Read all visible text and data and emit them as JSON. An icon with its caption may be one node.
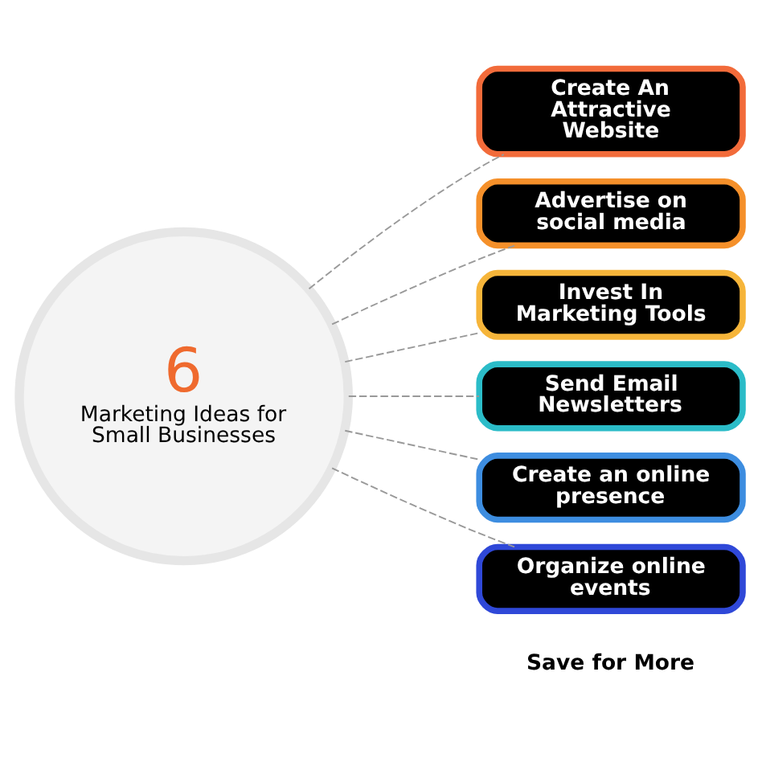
{
  "diagram": {
    "nodes": [
      {
        "text": [
          "6",
          "Marketing Ideas for Small Businesses"
        ]
      },
      {
        "text": [
          "Create An Attractive Website"
        ]
      },
      {
        "text": [
          "Advertise on social media"
        ]
      },
      {
        "text": [
          "Invest In Marketing Tools"
        ]
      },
      {
        "text": [
          "Send Email Newsletters"
        ]
      },
      {
        "text": [
          "Create an online presence"
        ]
      },
      {
        "text": [
          "Organize online events"
        ]
      }
    ],
    "edges": [
      {
        "from": 0,
        "to": 1,
        "arrow": "none",
        "style": "dashed"
      },
      {
        "from": 0,
        "to": 2,
        "arrow": "none",
        "style": "dashed"
      },
      {
        "from": 0,
        "to": 3,
        "arrow": "none",
        "style": "dashed"
      },
      {
        "from": 0,
        "to": 4,
        "arrow": "none",
        "style": "dashed"
      },
      {
        "from": 0,
        "to": 5,
        "arrow": "none",
        "style": "dashed"
      },
      {
        "from": 0,
        "to": 6,
        "arrow": "none",
        "style": "dashed"
      }
    ],
    "labels": [
      "Save for More"
    ]
  }
}
